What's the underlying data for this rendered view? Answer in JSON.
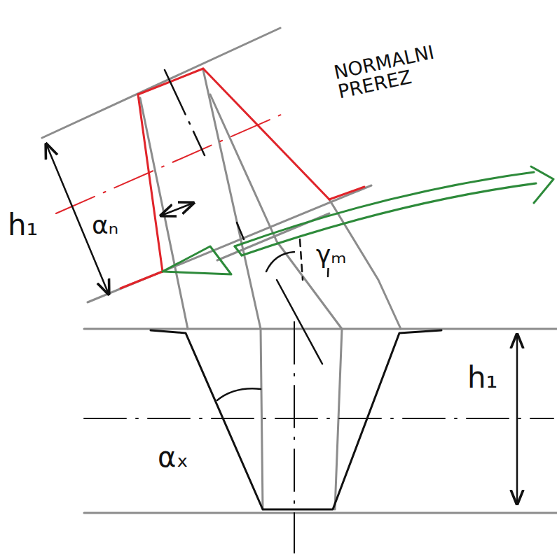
{
  "diagram": {
    "labels": [
      "NORMALNI PREREZ",
      "h₁",
      "αₙ",
      "γₘ",
      "h₁",
      "αₓ"
    ]
  }
}
